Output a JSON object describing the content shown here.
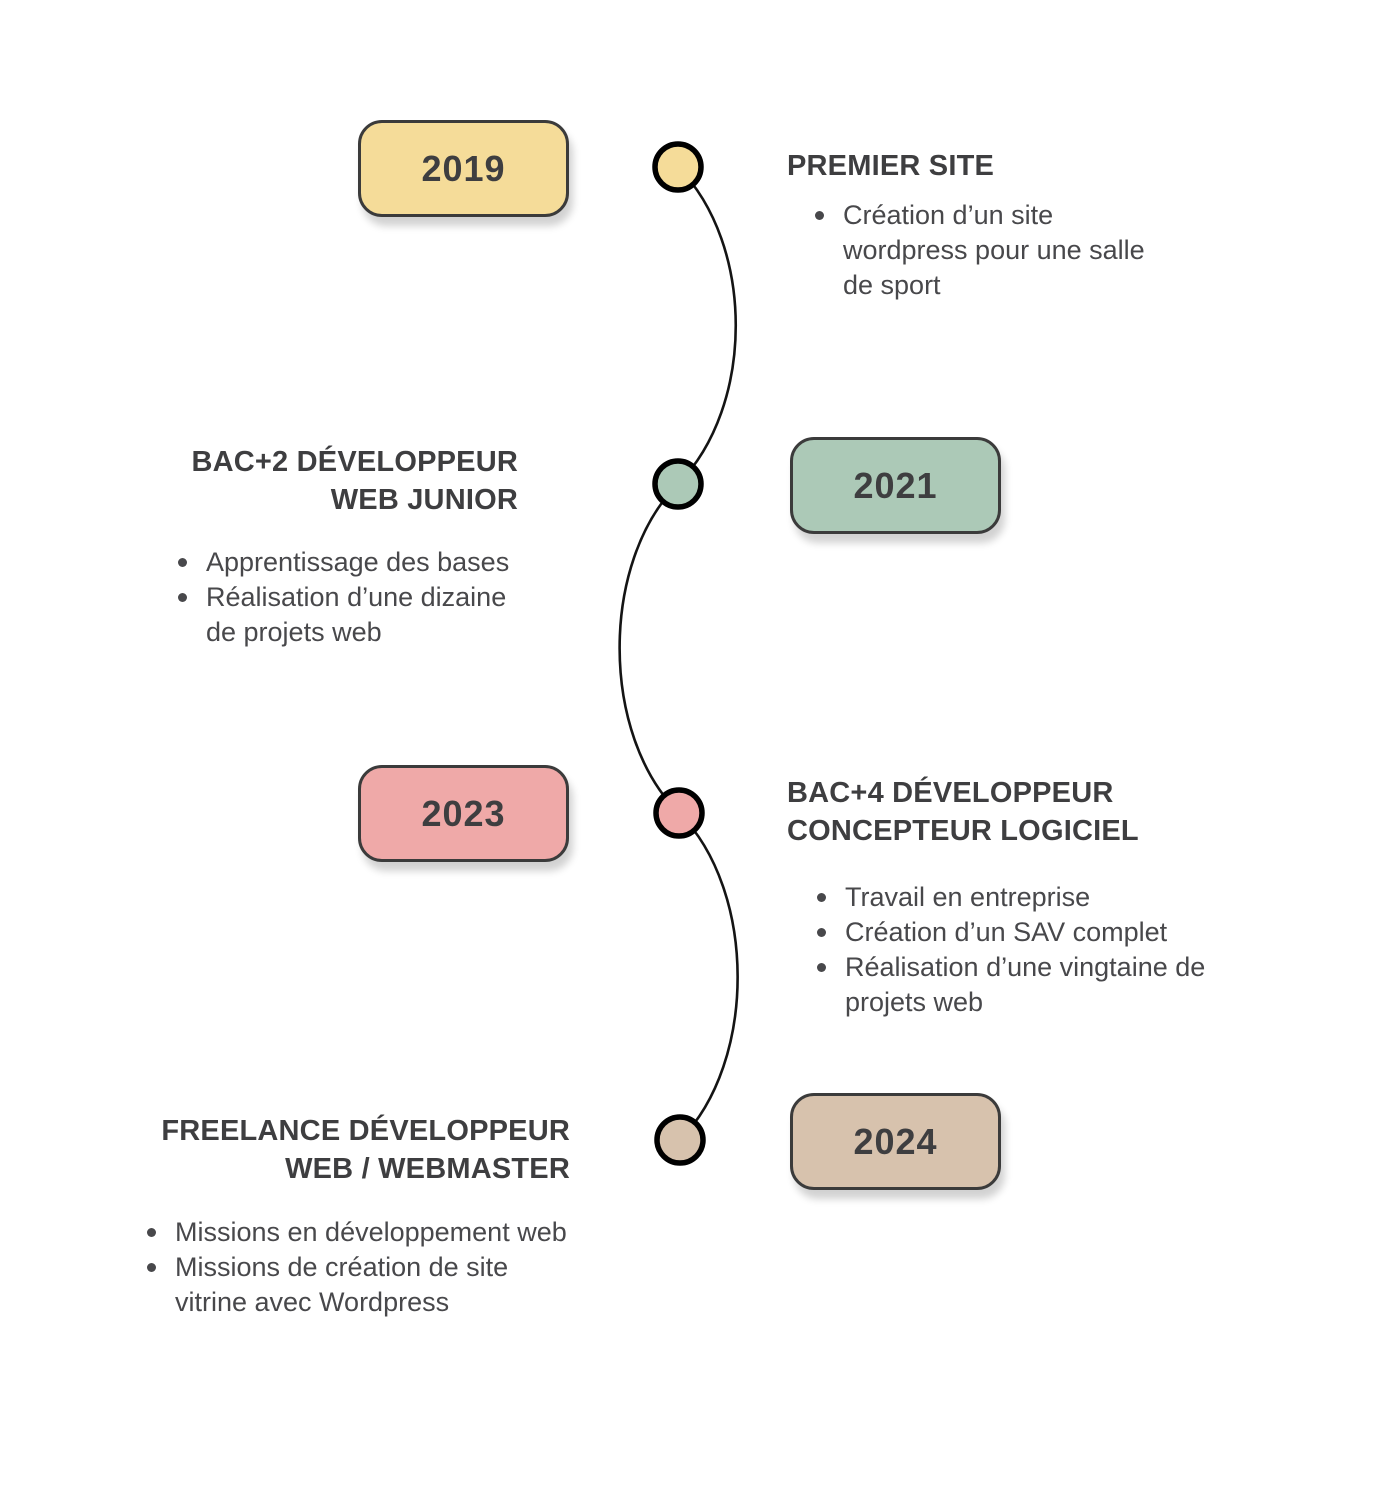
{
  "page": {
    "background_color": "#FFFFFF"
  },
  "timeline": {
    "curve_color": "#141414",
    "node_border_color": "#000000",
    "box_border_color": "#3B3B3B",
    "text_color": "#3F3F42",
    "milestones": [
      {
        "year": "2019",
        "color": "#F5DC99",
        "title": "PREMIER SITE",
        "bullets": [
          "Création d’un site wordpress pour une salle de sport"
        ]
      },
      {
        "year": "2021",
        "color": "#ACC9B7",
        "title": "BAC+2  DÉVELOPPEUR\nWEB JUNIOR",
        "bullets": [
          "Apprentissage des bases",
          "Réalisation d’une dizaine de projets web"
        ]
      },
      {
        "year": "2023",
        "color": "#EFA9A8",
        "title": "BAC+4 DÉVELOPPEUR\nCONCEPTEUR LOGICIEL",
        "bullets": [
          "Travail en entreprise",
          "Création d’un SAV complet",
          "Réalisation d’une vingtaine de projets web"
        ]
      },
      {
        "year": "2024",
        "color": "#D7C2AD",
        "title": "FREELANCE DÉVELOPPEUR\nWEB / WEBMASTER",
        "bullets": [
          "Missions en développement web",
          "Missions de création de site vitrine avec Wordpress"
        ]
      }
    ]
  }
}
